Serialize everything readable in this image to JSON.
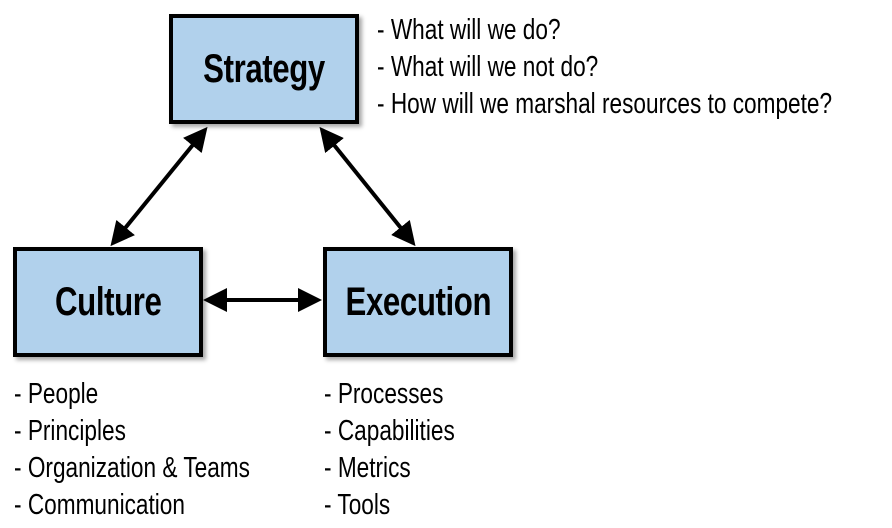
{
  "nodes": {
    "strategy": {
      "label": "Strategy",
      "notes": [
        "- What will we do?",
        "- What will we not do?",
        "- How will we marshal resources to compete?"
      ]
    },
    "culture": {
      "label": "Culture",
      "notes": [
        "- People",
        "- Principles",
        "- Organization & Teams",
        "- Communication"
      ]
    },
    "execution": {
      "label": "Execution",
      "notes": [
        "- Processes",
        "- Capabilities",
        "- Metrics",
        "- Tools"
      ]
    }
  },
  "colors": {
    "box_fill": "#b1d1ec",
    "stroke": "#000000"
  }
}
